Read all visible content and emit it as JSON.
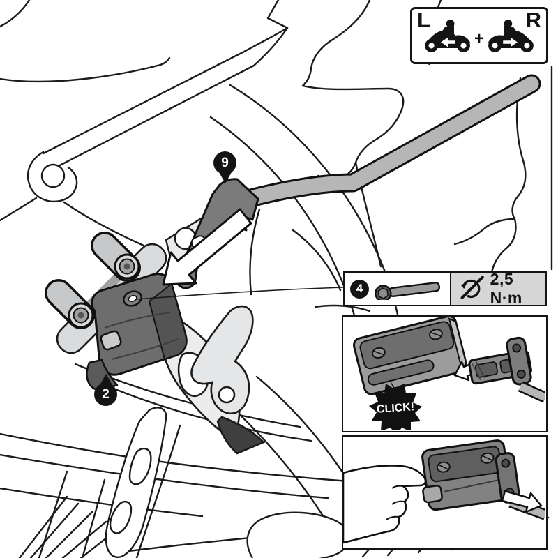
{
  "legend": {
    "left_label": "L",
    "right_label": "R",
    "plus": "+",
    "description": "fits left and right side"
  },
  "callouts": {
    "tool_pin": "9",
    "clamp_pin": "2",
    "bolt_badge": "4"
  },
  "torque": {
    "value": "2,5 N·m"
  },
  "details": {
    "click_label": "CLICK!"
  },
  "icons": {
    "legend_left": "motorcycle-left-icon",
    "legend_right": "motorcycle-right-icon",
    "bolt": "socket-head-bolt-icon",
    "torque": "torque-wrench-icon",
    "insert": "insert-direction-arrow",
    "release": "release-direction-arrow",
    "hand": "finger-press-icon"
  },
  "colors": {
    "line": "#1b1b1b",
    "rod": "#b6b6b6",
    "tool": "#7b7b7b",
    "clamp": "#6d6d6d",
    "clamp_dark": "#545454",
    "bracket_strip": "#d9dbdd",
    "roller": "#c6c8ca",
    "hanger": "#ececec",
    "peg": "#e4e6e8",
    "block": "#9c9c9c",
    "block_recess": "#6e6e6e",
    "latch": "#8a8a8a",
    "press_block": "#828282",
    "strap": "#b6b6b6",
    "spec_bg": "#d6d6d6",
    "badge_bg": "#141414",
    "white": "#ffffff"
  }
}
